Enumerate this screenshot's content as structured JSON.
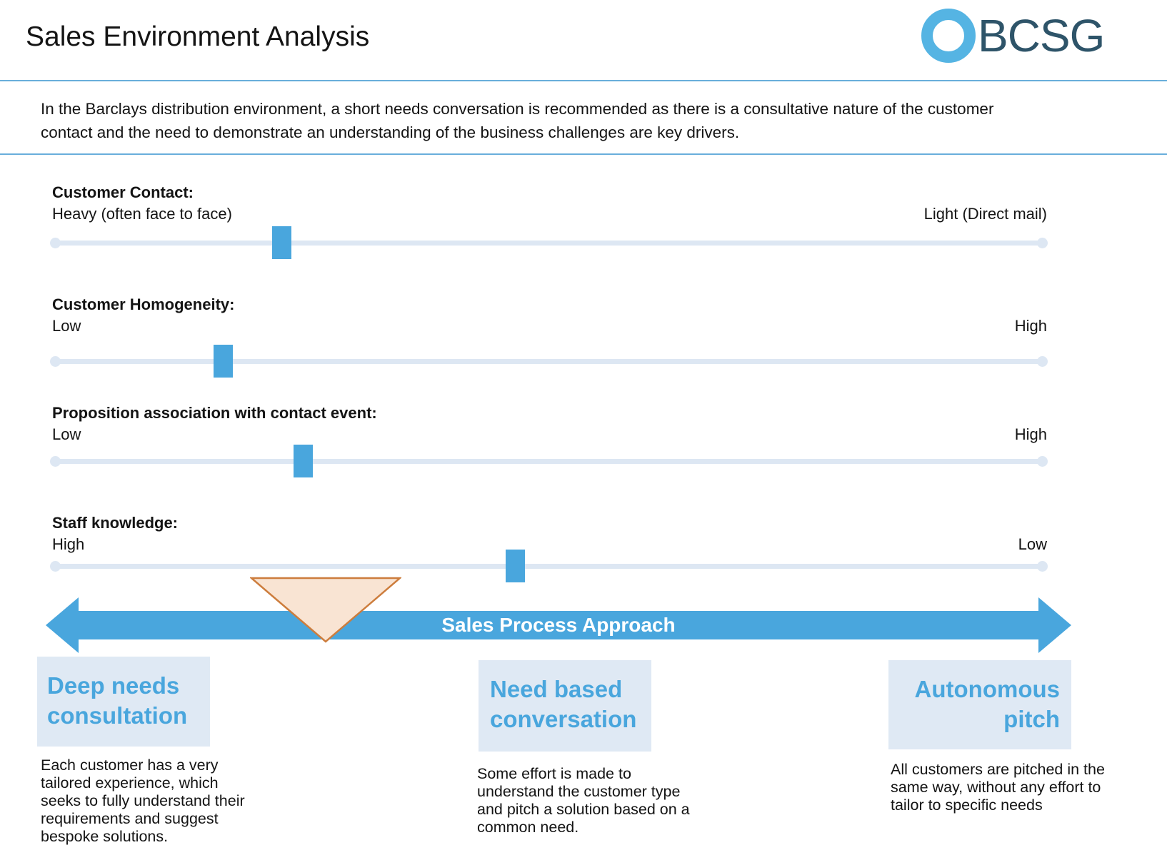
{
  "header": {
    "title": "Sales Environment Analysis",
    "logo_text": "BCSG"
  },
  "intro": {
    "text": "In the Barclays distribution environment, a short needs conversation is recommended as there is a consultative nature of the customer contact and the need to demonstrate an understanding of the business challenges are key drivers."
  },
  "sliders": [
    {
      "label": "Customer Contact:",
      "left_label": "Heavy (often face to face)",
      "right_label": "Light (Direct mail)",
      "position_pct": 22.9
    },
    {
      "label": "Customer Homogeneity:",
      "left_label": "Low",
      "right_label": "High",
      "position_pct": 17.0
    },
    {
      "label": "Proposition association with contact event:",
      "left_label": "Low",
      "right_label": "High",
      "position_pct": 25.1
    },
    {
      "label": "Staff knowledge:",
      "left_label": "High",
      "right_label": "Low",
      "position_pct": 46.6
    }
  ],
  "process_arrow": {
    "label": "Sales Process Approach"
  },
  "approaches": [
    {
      "title_lines": [
        "Deep needs",
        "consultation"
      ],
      "description": "Each customer has a very tailored experience, which seeks to fully understand their requirements and suggest bespoke solutions."
    },
    {
      "title_lines": [
        "Need based",
        "conversation"
      ],
      "description": "Some effort is made to understand the customer type and pitch a solution based on a common need."
    },
    {
      "title_lines": [
        "Autonomous",
        "pitch"
      ],
      "description": "All customers are pitched in the same way, without any effort to tailor to specific needs"
    }
  ],
  "colors": {
    "accent": "#49a6dd",
    "track": "#dde7f3",
    "boxfill": "#dfe9f4",
    "line": "#69aedb",
    "trifill": "#f9e4d3",
    "tristroke": "#cd7d3d",
    "logoring": "#55b4e3",
    "logotext": "#2e5469"
  }
}
